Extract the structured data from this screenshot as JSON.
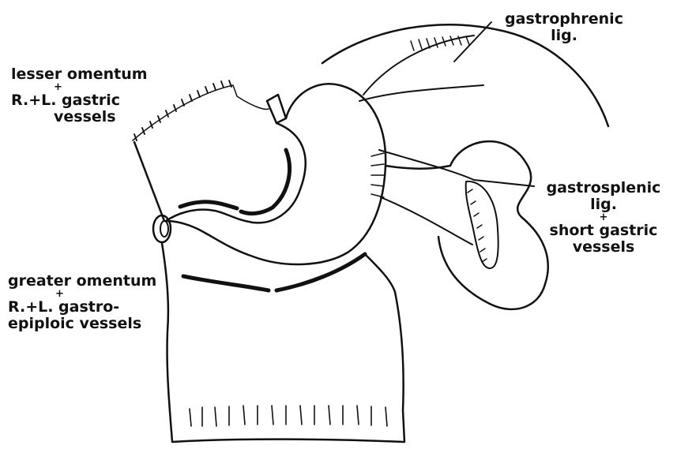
{
  "labels": {
    "lesser_omentum": {
      "line1": "lesser omentum",
      "plus": "+",
      "line2": "R.+L. gastric",
      "line3": "vessels"
    },
    "gastrophrenic": {
      "line1": "gastrophrenic",
      "line2": "lig."
    },
    "gastrosplenic": {
      "line1": "gastrosplenic",
      "line2": "lig.",
      "plus": "+",
      "line3": "short gastric",
      "line4": "vessels"
    },
    "greater_omentum": {
      "line1": "greater omentum",
      "plus": "+",
      "line2": "R.+L. gastro-",
      "line3": "epiploic vessels"
    }
  },
  "colors": {
    "ink": "#111111",
    "paper": "#ffffff"
  }
}
